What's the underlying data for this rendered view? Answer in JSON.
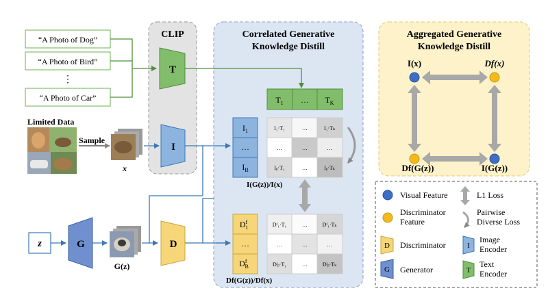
{
  "prompts": [
    "“A Photo of Dog”",
    "“A Photo of Bird”",
    "⋮",
    "“A Photo of Car”"
  ],
  "clip": {
    "title": "CLIP",
    "text_encoder": "T",
    "image_encoder": "I"
  },
  "limited_data": {
    "label": "Limited Data",
    "sample": "Sample",
    "x": "x"
  },
  "noise": {
    "z": "z",
    "generator": "G",
    "output": "G(z)",
    "discriminator": "D"
  },
  "cgkd": {
    "title_line1": "Correlated Generative",
    "title_line2": "Knowledge Distill",
    "text_feats": [
      "T",
      "…",
      "T"
    ],
    "text_feat_subs": [
      "1",
      "",
      "K"
    ],
    "image_feats": [
      "I",
      "…",
      "I"
    ],
    "image_feat_subs": [
      "1",
      "",
      "B"
    ],
    "image_label": "I(G(z))/I(x)",
    "disc_feats": [
      "D",
      "…",
      "D"
    ],
    "disc_feat_sups": [
      "f",
      "",
      "f"
    ],
    "disc_feat_subs": [
      "1",
      "",
      "B"
    ],
    "disc_label": "Df(G(z))/Df(x)",
    "image_matrix": [
      [
        "I₁·T₁",
        "…",
        "I₁·Tₖ"
      ],
      [
        "…",
        "…",
        "…"
      ],
      [
        "Iᵦ·T₁",
        "…",
        "Iᵦ·Tₖ"
      ]
    ],
    "disc_matrix": [
      [
        "Dᶠ₁·T₁",
        "…",
        "Dᶠ₁·Tₖ"
      ],
      [
        "…",
        "…",
        "…"
      ],
      [
        "Dᶠᵦ·T₁",
        "…",
        "Dᶠᵦ·Tₖ"
      ]
    ]
  },
  "agkd": {
    "title_line1": "Aggregated Generative",
    "title_line2": "Knowledge Distill",
    "nodes": {
      "top_left": "I(x)",
      "top_right": "Df(x)",
      "bottom_left": "Df(G(z))",
      "bottom_right": "I(G(z))"
    }
  },
  "legend": {
    "visual_feature": "Visual Feature",
    "l1_loss": "L1 Loss",
    "disc_feature_1": "Discriminator",
    "disc_feature_2": "Feature",
    "pairwise_1": "Pairwise",
    "pairwise_2": "Diverse Loss",
    "discriminator": "Discriminator",
    "image_encoder_1": "Image",
    "image_encoder_2": "Encoder",
    "generator": "Generator",
    "text_encoder_1": "Text",
    "text_encoder_2": "Encoder",
    "glyph_d": "D",
    "glyph_i": "I",
    "glyph_g": "G",
    "glyph_t": "T"
  },
  "colors": {
    "text_encoder": "#82bd6c",
    "image_encoder": "#8db4df",
    "generator": "#6f8fcf",
    "discriminator": "#f6d679",
    "visual_dot": "#3f6ec7",
    "disc_dot": "#f2bb1b",
    "cgkd_bg": "#dce6f3",
    "agkd_bg": "#fdf2c9",
    "clip_bg": "#e3e3e3",
    "arrow_green": "#4f8f3a",
    "arrow_blue": "#3b78b5"
  }
}
